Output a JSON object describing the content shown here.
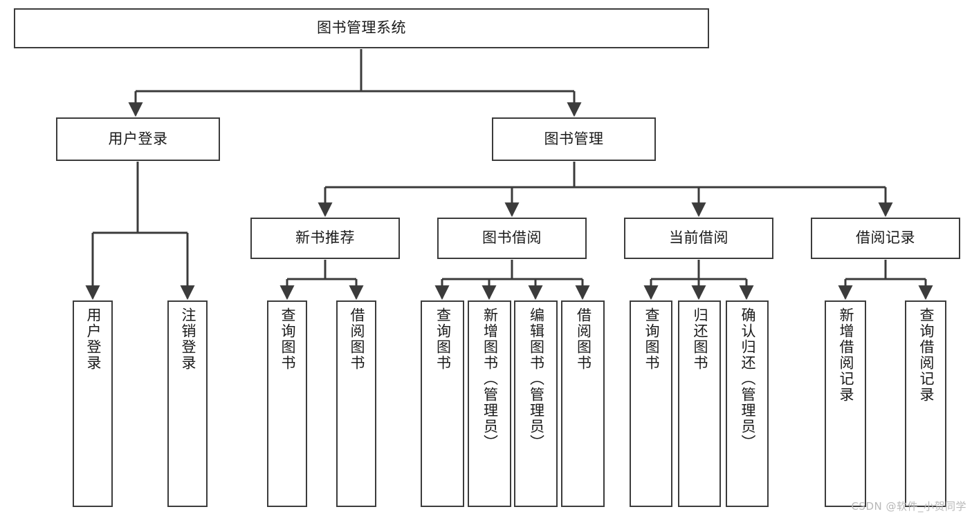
{
  "diagram": {
    "type": "tree-hierarchy",
    "title": "图书管理系统",
    "watermark": "CSDN @软件_小贺同学",
    "colors": {
      "stroke": "#3b3b3b",
      "fill": "#ffffff",
      "text": "#1a1a1a",
      "watermark": "#b8b8b8"
    },
    "levels": [
      {
        "level": 1,
        "nodes": [
          {
            "id": "root",
            "label": "图书管理系统",
            "orientation": "horizontal"
          }
        ]
      },
      {
        "level": 2,
        "nodes": [
          {
            "id": "login",
            "label": "用户登录",
            "orientation": "horizontal",
            "parent": "root"
          },
          {
            "id": "bookmgmt",
            "label": "图书管理",
            "orientation": "horizontal",
            "parent": "root"
          }
        ]
      },
      {
        "level": 3,
        "nodes": [
          {
            "id": "newbook",
            "label": "新书推荐",
            "orientation": "horizontal",
            "parent": "bookmgmt"
          },
          {
            "id": "borrow",
            "label": "图书借阅",
            "orientation": "horizontal",
            "parent": "bookmgmt"
          },
          {
            "id": "current",
            "label": "当前借阅",
            "orientation": "horizontal",
            "parent": "bookmgmt"
          },
          {
            "id": "records",
            "label": "借阅记录",
            "orientation": "horizontal",
            "parent": "bookmgmt"
          }
        ]
      },
      {
        "level": 4,
        "nodes": [
          {
            "id": "leaf-user-login",
            "label": "用户登录",
            "orientation": "vertical",
            "parent": "login"
          },
          {
            "id": "leaf-user-logout",
            "label": "注销登录",
            "orientation": "vertical",
            "parent": "login"
          },
          {
            "id": "leaf-new-query",
            "label": "查询图书",
            "orientation": "vertical",
            "parent": "newbook"
          },
          {
            "id": "leaf-new-borrow",
            "label": "借阅图书",
            "orientation": "vertical",
            "parent": "newbook"
          },
          {
            "id": "leaf-borrow-query",
            "label": "查询图书",
            "orientation": "vertical",
            "parent": "borrow"
          },
          {
            "id": "leaf-borrow-add",
            "label": "新增图书（管理员）",
            "orientation": "vertical",
            "parent": "borrow"
          },
          {
            "id": "leaf-borrow-edit",
            "label": "编辑图书（管理员）",
            "orientation": "vertical",
            "parent": "borrow"
          },
          {
            "id": "leaf-borrow-lend",
            "label": "借阅图书",
            "orientation": "vertical",
            "parent": "borrow"
          },
          {
            "id": "leaf-current-query",
            "label": "查询图书",
            "orientation": "vertical",
            "parent": "current"
          },
          {
            "id": "leaf-current-return",
            "label": "归还图书",
            "orientation": "vertical",
            "parent": "current"
          },
          {
            "id": "leaf-current-confirm",
            "label": "确认归还（管理员）",
            "orientation": "vertical",
            "parent": "current"
          },
          {
            "id": "leaf-rec-add",
            "label": "新增借阅记录",
            "orientation": "vertical",
            "parent": "records"
          },
          {
            "id": "leaf-rec-query",
            "label": "查询借阅记录",
            "orientation": "vertical",
            "parent": "records"
          }
        ]
      }
    ]
  }
}
